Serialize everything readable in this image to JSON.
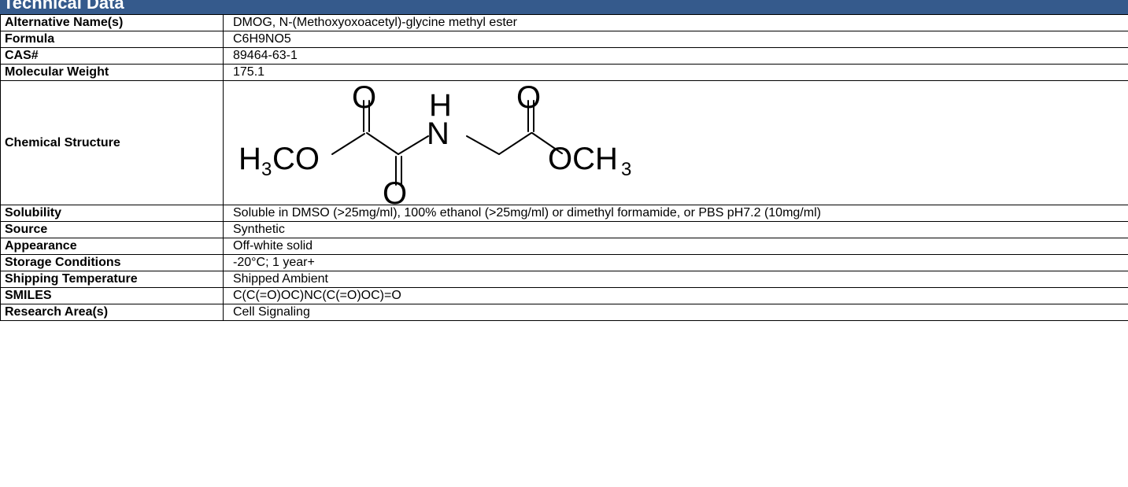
{
  "section": {
    "title": "Technical Data"
  },
  "rows": [
    {
      "label": "Alternative Name(s)",
      "value": "DMOG, N-(Methoxyoxoacetyl)-glycine methyl ester"
    },
    {
      "label": "Formula",
      "value": "C6H9NO5"
    },
    {
      "label": "CAS#",
      "value": "89464-63-1"
    },
    {
      "label": "Molecular Weight",
      "value": "175.1"
    },
    {
      "label": "Chemical Structure",
      "value": ""
    },
    {
      "label": "Solubility",
      "value": "Soluble in DMSO (>25mg/ml), 100% ethanol (>25mg/ml) or dimethyl formamide, or PBS pH7.2 (10mg/ml)"
    },
    {
      "label": "Source",
      "value": "Synthetic"
    },
    {
      "label": "Appearance",
      "value": "Off-white solid"
    },
    {
      "label": "Storage Conditions",
      "value": "-20°C; 1 year+"
    },
    {
      "label": "Shipping Temperature",
      "value": "Shipped Ambient"
    },
    {
      "label": "SMILES",
      "value": "C(C(=O)OC)NC(C(=O)OC)=O"
    },
    {
      "label": "Research Area(s)",
      "value": "Cell Signaling"
    }
  ],
  "structure": {
    "atoms": {
      "o_top_left": "O",
      "h_top": "H",
      "o_top_right": "O",
      "h3co_main": "H",
      "h3co_sub": "3",
      "h3co_tail": "CO",
      "n_center": "N",
      "och3_main": "OCH",
      "och3_sub": "3",
      "o_bottom": "O"
    }
  },
  "colors": {
    "header_bg": "#355a8c",
    "header_text": "#ffffff",
    "border": "#000000"
  }
}
